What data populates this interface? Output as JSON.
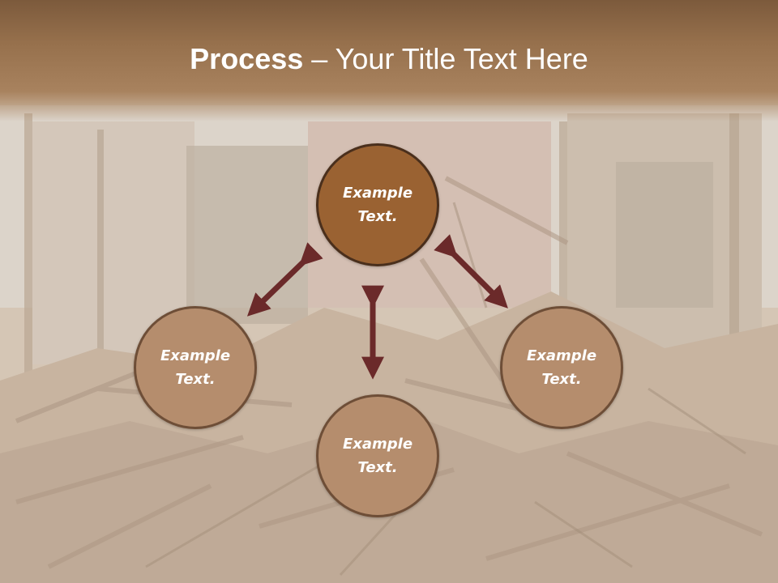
{
  "title": {
    "bold": "Process",
    "rest": " – Your Title Text Here"
  },
  "nodes": {
    "top": "Example Text.",
    "left": "Example Text.",
    "right": "Example Text.",
    "bottom": "Example Text."
  },
  "colors": {
    "title_band": "#8f6a47",
    "main_circle": "#9a6232",
    "sub_circle": "#b58d6d",
    "arrow": "#6b2a2a"
  }
}
